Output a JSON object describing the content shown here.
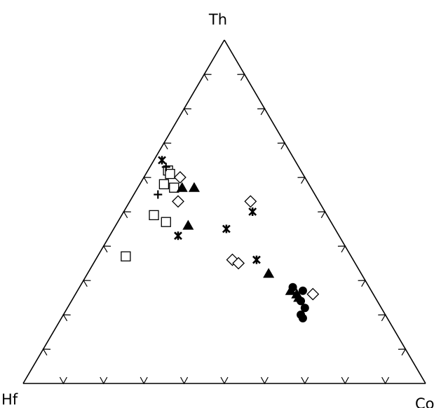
{
  "chart_data": {
    "type": "scatter",
    "subtype": "ternary",
    "title": "",
    "vertices": {
      "top": "Th",
      "left": "Hf",
      "right": "Co"
    },
    "ticks": {
      "divisions": 10,
      "direction": "inward"
    },
    "grid": false,
    "legend": "none",
    "colors": {
      "ink": "#000000",
      "background": "#ffffff"
    },
    "series": [
      {
        "marker": "open-square",
        "points": [
          {
            "Th": 0.62,
            "Hf": 0.33,
            "Co": 0.05
          },
          {
            "Th": 0.61,
            "Hf": 0.33,
            "Co": 0.06
          },
          {
            "Th": 0.58,
            "Hf": 0.36,
            "Co": 0.06
          },
          {
            "Th": 0.57,
            "Hf": 0.34,
            "Co": 0.09
          },
          {
            "Th": 0.49,
            "Hf": 0.43,
            "Co": 0.08
          },
          {
            "Th": 0.47,
            "Hf": 0.41,
            "Co": 0.12
          },
          {
            "Th": 0.37,
            "Hf": 0.56,
            "Co": 0.07
          }
        ]
      },
      {
        "marker": "open-diamond",
        "points": [
          {
            "Th": 0.6,
            "Hf": 0.31,
            "Co": 0.09
          },
          {
            "Th": 0.53,
            "Hf": 0.35,
            "Co": 0.12
          },
          {
            "Th": 0.53,
            "Hf": 0.17,
            "Co": 0.3
          },
          {
            "Th": 0.36,
            "Hf": 0.3,
            "Co": 0.34
          },
          {
            "Th": 0.35,
            "Hf": 0.29,
            "Co": 0.36
          },
          {
            "Th": 0.26,
            "Hf": 0.15,
            "Co": 0.59
          }
        ]
      },
      {
        "marker": "filled-triangle",
        "points": [
          {
            "Th": 0.57,
            "Hf": 0.32,
            "Co": 0.11
          },
          {
            "Th": 0.57,
            "Hf": 0.29,
            "Co": 0.14
          },
          {
            "Th": 0.46,
            "Hf": 0.36,
            "Co": 0.18
          },
          {
            "Th": 0.32,
            "Hf": 0.23,
            "Co": 0.45
          },
          {
            "Th": 0.27,
            "Hf": 0.2,
            "Co": 0.53
          },
          {
            "Th": 0.26,
            "Hf": 0.19,
            "Co": 0.55
          },
          {
            "Th": 0.25,
            "Hf": 0.19,
            "Co": 0.56
          }
        ]
      },
      {
        "marker": "filled-circle",
        "points": [
          {
            "Th": 0.28,
            "Hf": 0.19,
            "Co": 0.53
          },
          {
            "Th": 0.27,
            "Hf": 0.17,
            "Co": 0.56
          },
          {
            "Th": 0.24,
            "Hf": 0.19,
            "Co": 0.57
          },
          {
            "Th": 0.22,
            "Hf": 0.19,
            "Co": 0.59
          },
          {
            "Th": 0.2,
            "Hf": 0.21,
            "Co": 0.59
          },
          {
            "Th": 0.19,
            "Hf": 0.21,
            "Co": 0.6
          }
        ]
      },
      {
        "marker": "asterisk",
        "points": [
          {
            "Th": 0.65,
            "Hf": 0.33,
            "Co": 0.02
          },
          {
            "Th": 0.43,
            "Hf": 0.4,
            "Co": 0.17
          },
          {
            "Th": 0.45,
            "Hf": 0.27,
            "Co": 0.28
          },
          {
            "Th": 0.5,
            "Hf": 0.18,
            "Co": 0.32
          },
          {
            "Th": 0.36,
            "Hf": 0.24,
            "Co": 0.4
          }
        ]
      },
      {
        "marker": "plus",
        "points": [
          {
            "Th": 0.63,
            "Hf": 0.33,
            "Co": 0.04
          },
          {
            "Th": 0.55,
            "Hf": 0.39,
            "Co": 0.06
          }
        ]
      }
    ]
  }
}
